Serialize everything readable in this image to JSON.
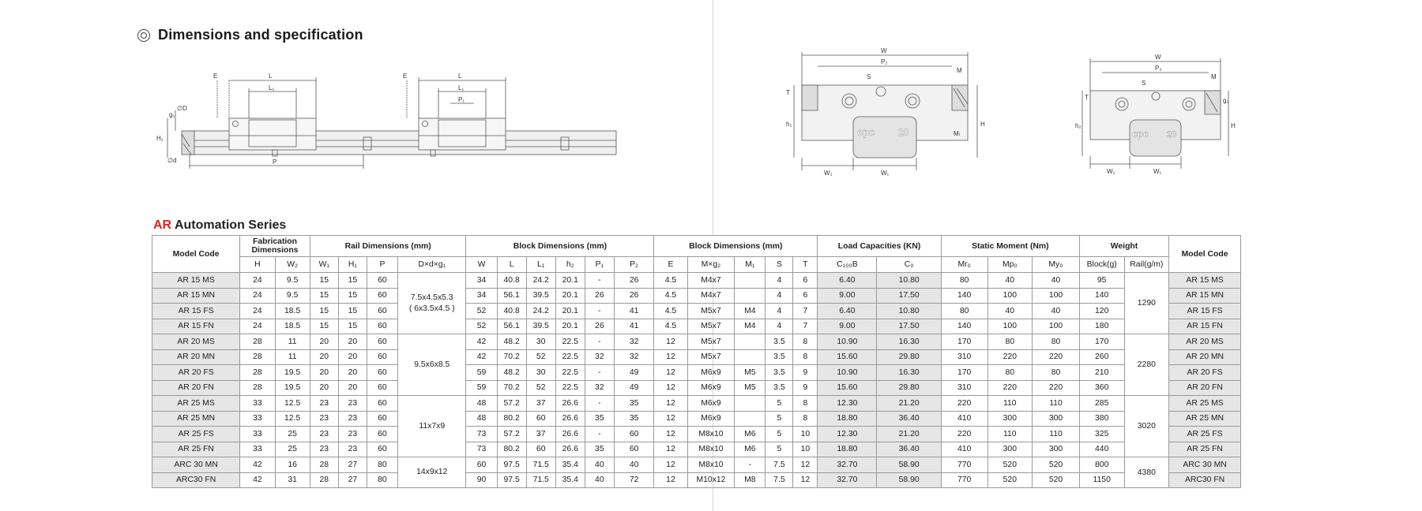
{
  "section_title": "Dimensions and specification",
  "series": {
    "accent": "AR",
    "name": "Automation Series"
  },
  "colors": {
    "accent": "#e2231a",
    "shade": "#e6e6e6",
    "grid": "#9a9a9a"
  },
  "drawings": {
    "side_view": {
      "labels": [
        "E",
        "L",
        "L₁",
        "E",
        "L",
        "L₁",
        "P₁",
        "g₁",
        "∅D",
        "H₁",
        "∅d",
        "P"
      ]
    },
    "front_view_1": {
      "labels": [
        "W",
        "P₂",
        "M",
        "S",
        "T",
        "h₂",
        "H",
        "Mₗ",
        "W₂",
        "W₁"
      ],
      "block_text": "cpc",
      "size_text": "20"
    },
    "front_view_2": {
      "labels": [
        "W",
        "P₂",
        "M",
        "S",
        "T",
        "h₂",
        "g₂",
        "H",
        "W₂",
        "W₁"
      ],
      "block_text": "cpc",
      "size_text": "20"
    }
  },
  "table": {
    "group_headers": {
      "model_code": "Model Code",
      "fabrication": "Fabrication Dimensions",
      "rail": "Rail Dimensions (mm)",
      "block": "Block  Dimensions (mm)",
      "block2": "Block Dimensions (mm)",
      "load": "Load Capacities (KN)",
      "moment": "Static Moment  (Nm)",
      "weight": "Weight",
      "model_code_right": "Model Code"
    },
    "sub_headers": [
      "H",
      "W₂",
      "W₁",
      "H₁",
      "P",
      "D×d×g₁",
      "W",
      "L",
      "L₁",
      "h₂",
      "P₁",
      "P₂",
      "E",
      "M×g₂",
      "M₁",
      "S",
      "T",
      "C₁₀₀B",
      "C₀",
      "Mr₀",
      "Mp₀",
      "My₀",
      "Block(g)",
      "Rail(g/m)"
    ],
    "rows": [
      [
        "AR 15 MS",
        "24",
        "9.5",
        "15",
        "15",
        "60",
        "34",
        "40.8",
        "24.2",
        "20.1",
        "-",
        "26",
        "4.5",
        "M4x7",
        "",
        "4",
        "6",
        "6.40",
        "10.80",
        "80",
        "40",
        "40",
        "95",
        "AR 15 MS"
      ],
      [
        "AR 15 MN",
        "24",
        "9.5",
        "15",
        "15",
        "60",
        "34",
        "56.1",
        "39.5",
        "20.1",
        "26",
        "26",
        "4.5",
        "M4x7",
        "",
        "4",
        "6",
        "9.00",
        "17.50",
        "140",
        "100",
        "100",
        "140",
        "AR 15 MN"
      ],
      [
        "AR 15 FS",
        "24",
        "18.5",
        "15",
        "15",
        "60",
        "52",
        "40.8",
        "24.2",
        "20.1",
        "-",
        "41",
        "4.5",
        "M5x7",
        "M4",
        "4",
        "7",
        "6.40",
        "10.80",
        "80",
        "40",
        "40",
        "120",
        "AR 15 FS"
      ],
      [
        "AR 15 FN",
        "24",
        "18.5",
        "15",
        "15",
        "60",
        "52",
        "56.1",
        "39.5",
        "20.1",
        "26",
        "41",
        "4.5",
        "M5x7",
        "M4",
        "4",
        "7",
        "9.00",
        "17.50",
        "140",
        "100",
        "100",
        "180",
        "AR 15 FN"
      ],
      [
        "AR 20 MS",
        "28",
        "11",
        "20",
        "20",
        "60",
        "42",
        "48.2",
        "30",
        "22.5",
        "-",
        "32",
        "12",
        "M5x7",
        "",
        "3.5",
        "8",
        "10.90",
        "16.30",
        "170",
        "80",
        "80",
        "170",
        "AR 20 MS"
      ],
      [
        "AR 20 MN",
        "28",
        "11",
        "20",
        "20",
        "60",
        "42",
        "70.2",
        "52",
        "22.5",
        "32",
        "32",
        "12",
        "M5x7",
        "",
        "3.5",
        "8",
        "15.60",
        "29.80",
        "310",
        "220",
        "220",
        "260",
        "AR 20 MN"
      ],
      [
        "AR 20 FS",
        "28",
        "19.5",
        "20",
        "20",
        "60",
        "59",
        "48.2",
        "30",
        "22.5",
        "-",
        "49",
        "12",
        "M6x9",
        "M5",
        "3.5",
        "9",
        "10.90",
        "16.30",
        "170",
        "80",
        "80",
        "210",
        "AR 20 FS"
      ],
      [
        "AR 20 FN",
        "28",
        "19.5",
        "20",
        "20",
        "60",
        "59",
        "70.2",
        "52",
        "22.5",
        "32",
        "49",
        "12",
        "M6x9",
        "M5",
        "3.5",
        "9",
        "15.60",
        "29.80",
        "310",
        "220",
        "220",
        "360",
        "AR 20 FN"
      ],
      [
        "AR 25 MS",
        "33",
        "12.5",
        "23",
        "23",
        "60",
        "48",
        "57.2",
        "37",
        "26.6",
        "-",
        "35",
        "12",
        "M6x9",
        "",
        "5",
        "8",
        "12.30",
        "21.20",
        "220",
        "110",
        "110",
        "285",
        "AR 25 MS"
      ],
      [
        "AR 25 MN",
        "33",
        "12.5",
        "23",
        "23",
        "60",
        "48",
        "80.2",
        "60",
        "26.6",
        "35",
        "35",
        "12",
        "M6x9",
        "",
        "5",
        "8",
        "18.80",
        "36.40",
        "410",
        "300",
        "300",
        "380",
        "AR 25 MN"
      ],
      [
        "AR 25 FS",
        "33",
        "25",
        "23",
        "23",
        "60",
        "73",
        "57.2",
        "37",
        "26.6",
        "-",
        "60",
        "12",
        "M8x10",
        "M6",
        "5",
        "10",
        "12.30",
        "21.20",
        "220",
        "110",
        "110",
        "325",
        "AR 25 FS"
      ],
      [
        "AR 25 FN",
        "33",
        "25",
        "23",
        "23",
        "60",
        "73",
        "80.2",
        "60",
        "26.6",
        "35",
        "60",
        "12",
        "M8x10",
        "M6",
        "5",
        "10",
        "18.80",
        "36.40",
        "410",
        "300",
        "300",
        "440",
        "AR 25 FN"
      ],
      [
        "ARC 30 MN",
        "42",
        "16",
        "28",
        "27",
        "80",
        "60",
        "97.5",
        "71.5",
        "35.4",
        "40",
        "40",
        "12",
        "M8x10",
        "-",
        "7.5",
        "12",
        "32.70",
        "58.90",
        "770",
        "520",
        "520",
        "800",
        "ARC 30 MN"
      ],
      [
        "ARC30 FN",
        "42",
        "31",
        "28",
        "27",
        "80",
        "90",
        "97.5",
        "71.5",
        "35.4",
        "40",
        "72",
        "12",
        "M10x12",
        "M8",
        "7.5",
        "12",
        "32.70",
        "58.90",
        "770",
        "520",
        "520",
        "1150",
        "ARC30 FN"
      ]
    ],
    "merged": {
      "dxdxg1": [
        {
          "line1": "7.5x4.5x5.3",
          "line2": "( 6x3.5x4.5 )"
        },
        {
          "line1": "9.5x6x8.5",
          "line2": ""
        },
        {
          "line1": "11x7x9",
          "line2": ""
        },
        {
          "line1": "14x9x12",
          "line2": ""
        }
      ],
      "rail_weight": [
        "1290",
        "2280",
        "3020",
        "4380"
      ]
    }
  }
}
